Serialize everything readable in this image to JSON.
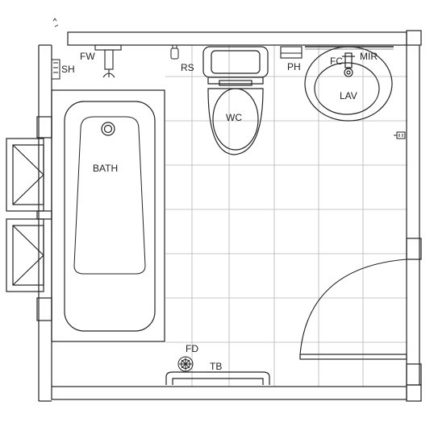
{
  "plan": {
    "labels": {
      "fw": "FW",
      "sh": "SH",
      "rs": "RS",
      "ph": "PH",
      "fc": "FC",
      "mir": "MIR",
      "lav": "LAV",
      "wc": "WC",
      "bath": "BATH",
      "fd": "FD",
      "tb": "TB"
    }
  },
  "colors": {
    "line": "#222222",
    "grid": "#b4b4b4",
    "background": "#ffffff"
  }
}
